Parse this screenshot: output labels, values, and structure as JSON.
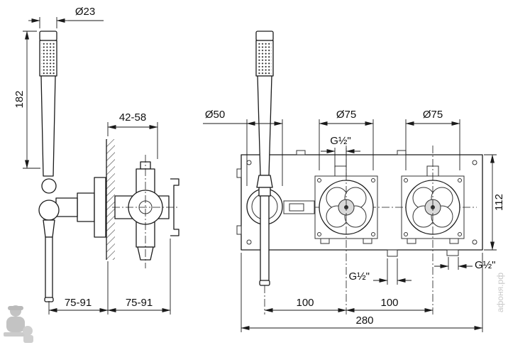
{
  "drawing_title": "shower-mixer-installation-dimensions",
  "views": {
    "side_view": {
      "dims": {
        "head_diameter": "Ø23",
        "shower_height": "182",
        "wall_depth": "42-58",
        "offset_a": "75-91",
        "offset_b": "75-91"
      }
    },
    "front_view": {
      "dims": {
        "holder_diameter": "Ø50",
        "valve1_diameter": "Ø75",
        "valve2_diameter": "Ø75",
        "thread_top": "G½\"",
        "thread_bottom": "G½\"",
        "thread_right": "G½\"",
        "plate_height": "112",
        "spacing_a": "100",
        "spacing_b": "100",
        "total_width": "280"
      }
    }
  },
  "colors": {
    "line": "#1a1a1a",
    "watermark": "#c8c8c8"
  },
  "watermark": {
    "site": "афоня.рф"
  }
}
